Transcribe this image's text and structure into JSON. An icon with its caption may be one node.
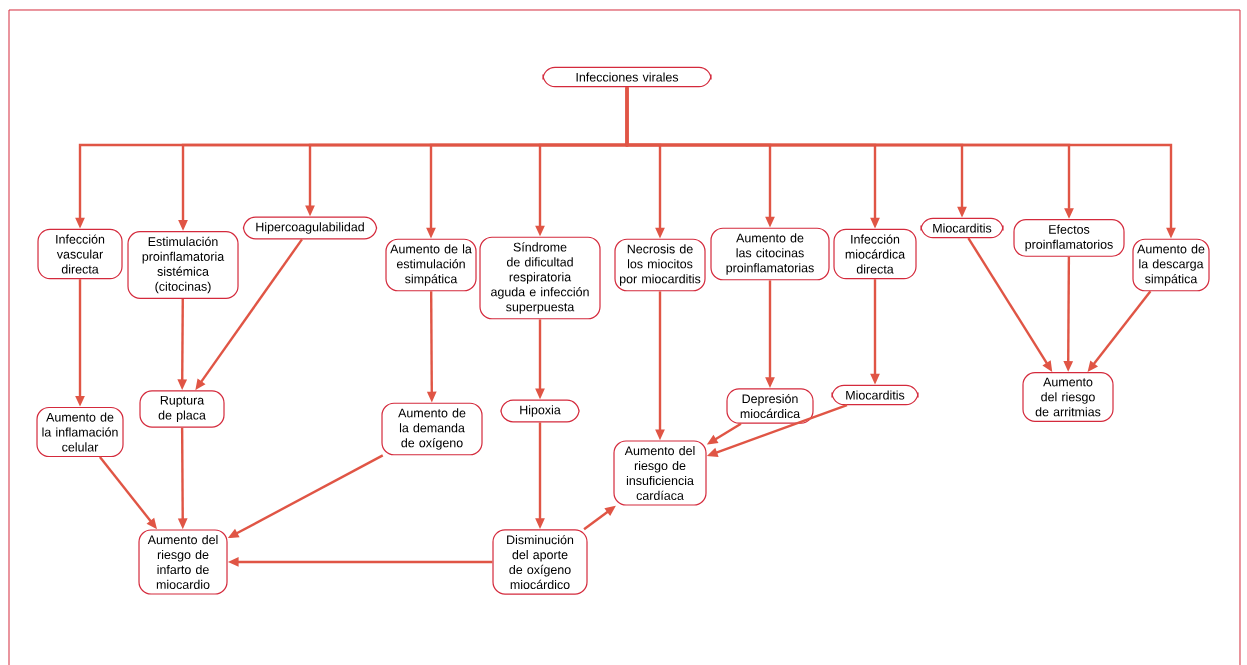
{
  "diagram": {
    "nodes": [
      {
        "text": [
          "Infecciones virales"
        ]
      },
      {
        "text": [
          "Infección vascular directa"
        ]
      },
      {
        "text": [
          "Estimulación proinflamatoria sistémica (citocinas)"
        ]
      },
      {
        "text": [
          "Hipercoagulabilidad"
        ]
      },
      {
        "text": [
          "Aumento de la estimulación simpática"
        ]
      },
      {
        "text": [
          "Síndrome de dificultad respiratoria aguda e infección superpuesta"
        ]
      },
      {
        "text": [
          "Necrosis de los miocitos por miocarditis"
        ]
      },
      {
        "text": [
          "Aumento de las citocinas proinflamatorias"
        ]
      },
      {
        "text": [
          "Infección miocárdica directa"
        ]
      },
      {
        "text": [
          "Miocarditis"
        ]
      },
      {
        "text": [
          "Efectos proinflamatorios"
        ]
      },
      {
        "text": [
          "Aumento de la descarga simpática"
        ]
      },
      {
        "text": [
          "Aumento de la inflamación celular"
        ]
      },
      {
        "text": [
          "Ruptura de placa"
        ]
      },
      {
        "text": [
          "Aumento de la demanda de oxígeno"
        ]
      },
      {
        "text": [
          "Hipoxia"
        ]
      },
      {
        "text": [
          "Depresión miocárdica"
        ]
      },
      {
        "text": [
          "Miocarditis"
        ]
      },
      {
        "text": [
          "Aumento del riesgo de arritmias"
        ]
      },
      {
        "text": [
          "Aumento del riesgo de infarto de miocardio"
        ]
      },
      {
        "text": [
          "Disminución del aporte de oxígeno miocárdico"
        ]
      },
      {
        "text": [
          "Aumento del riesgo de insuficiencia cardíaca"
        ]
      }
    ],
    "edges": [
      {
        "from": 0,
        "to": 1,
        "arrow": "to"
      },
      {
        "from": 0,
        "to": 2,
        "arrow": "to"
      },
      {
        "from": 0,
        "to": 3,
        "arrow": "to"
      },
      {
        "from": 0,
        "to": 4,
        "arrow": "to"
      },
      {
        "from": 0,
        "to": 5,
        "arrow": "to"
      },
      {
        "from": 0,
        "to": 6,
        "arrow": "to"
      },
      {
        "from": 0,
        "to": 7,
        "arrow": "to"
      },
      {
        "from": 0,
        "to": 8,
        "arrow": "to"
      },
      {
        "from": 0,
        "to": 9,
        "arrow": "to"
      },
      {
        "from": 0,
        "to": 10,
        "arrow": "to"
      },
      {
        "from": 0,
        "to": 11,
        "arrow": "to"
      },
      {
        "from": 1,
        "to": 12,
        "arrow": "to"
      },
      {
        "from": 2,
        "to": 13,
        "arrow": "to"
      },
      {
        "from": 3,
        "to": 13,
        "arrow": "to"
      },
      {
        "from": 4,
        "to": 14,
        "arrow": "to"
      },
      {
        "from": 5,
        "to": 15,
        "arrow": "to"
      },
      {
        "from": 6,
        "to": 21,
        "arrow": "to"
      },
      {
        "from": 7,
        "to": 16,
        "arrow": "to"
      },
      {
        "from": 8,
        "to": 17,
        "arrow": "to"
      },
      {
        "from": 9,
        "to": 18,
        "arrow": "to"
      },
      {
        "from": 10,
        "to": 18,
        "arrow": "to"
      },
      {
        "from": 11,
        "to": 18,
        "arrow": "to"
      },
      {
        "from": 12,
        "to": 19,
        "arrow": "to"
      },
      {
        "from": 13,
        "to": 19,
        "arrow": "to"
      },
      {
        "from": 14,
        "to": 19,
        "arrow": "to"
      },
      {
        "from": 15,
        "to": 20,
        "arrow": "to"
      },
      {
        "from": 20,
        "to": 19,
        "arrow": "to"
      },
      {
        "from": 20,
        "to": 21,
        "arrow": "to"
      },
      {
        "from": 16,
        "to": 21,
        "arrow": "to"
      },
      {
        "from": 17,
        "to": 21,
        "arrow": "to"
      }
    ]
  }
}
